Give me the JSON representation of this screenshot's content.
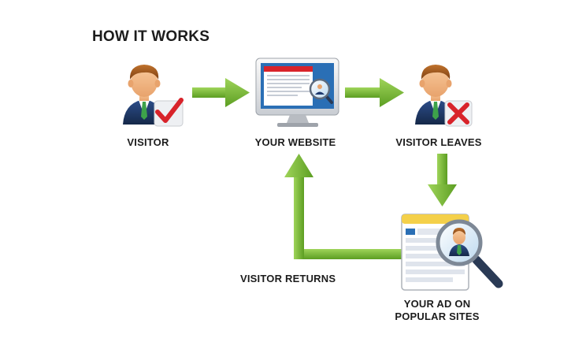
{
  "title": "HOW IT WORKS",
  "nodes": {
    "visitor": "VISITOR",
    "website": "YOUR WEBSITE",
    "visitor_leaves": "VISITOR LEAVES",
    "ad": [
      "YOUR AD ON",
      "POPULAR SITES"
    ],
    "visitor_returns": "VISITOR RETURNS"
  },
  "icons": {
    "visitor": "person-with-checkmark-icon",
    "website": "computer-monitor-icon",
    "visitor_leaves": "person-with-x-icon",
    "ad": "browser-page-with-magnifier-icon"
  },
  "colors": {
    "arrow_green": "#7ab93a",
    "text": "#1c1c1c",
    "check_red": "#d8232a",
    "hair_brown": "#a05a1e",
    "suit_navy": "#1f3a6e",
    "screen_blue": "#2a6fb5",
    "tab_yellow": "#f4d04a"
  }
}
